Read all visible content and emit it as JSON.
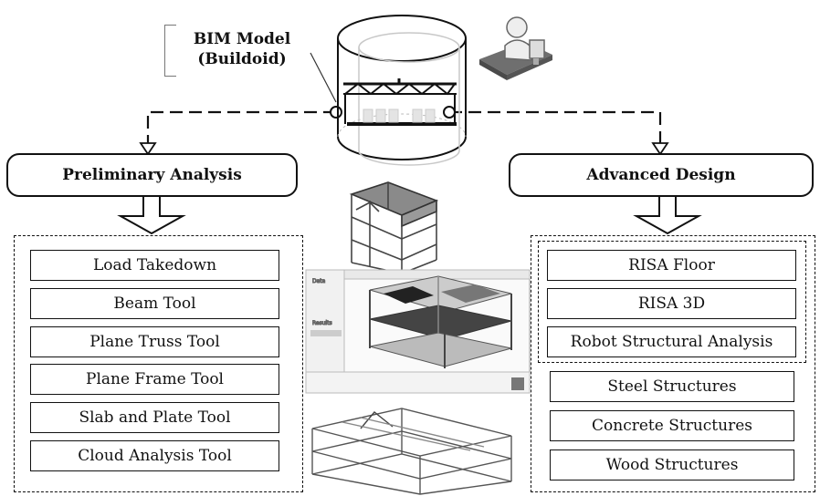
{
  "bim_model": {
    "line1": "BIM Model",
    "line2": "(Buildoid)"
  },
  "left_branch": {
    "title": "Preliminary Analysis",
    "tools": [
      "Load Takedown",
      "Beam Tool",
      "Plane Truss Tool",
      "Plane Frame Tool",
      "Slab and Plate Tool",
      "Cloud Analysis Tool"
    ]
  },
  "right_branch": {
    "title": "Advanced Design",
    "software": [
      "RISA Floor",
      "RISA 3D",
      "Robot Structural Analysis"
    ],
    "structures": [
      "Steel Structures",
      "Concrete Structures",
      "Wood Structures"
    ]
  }
}
